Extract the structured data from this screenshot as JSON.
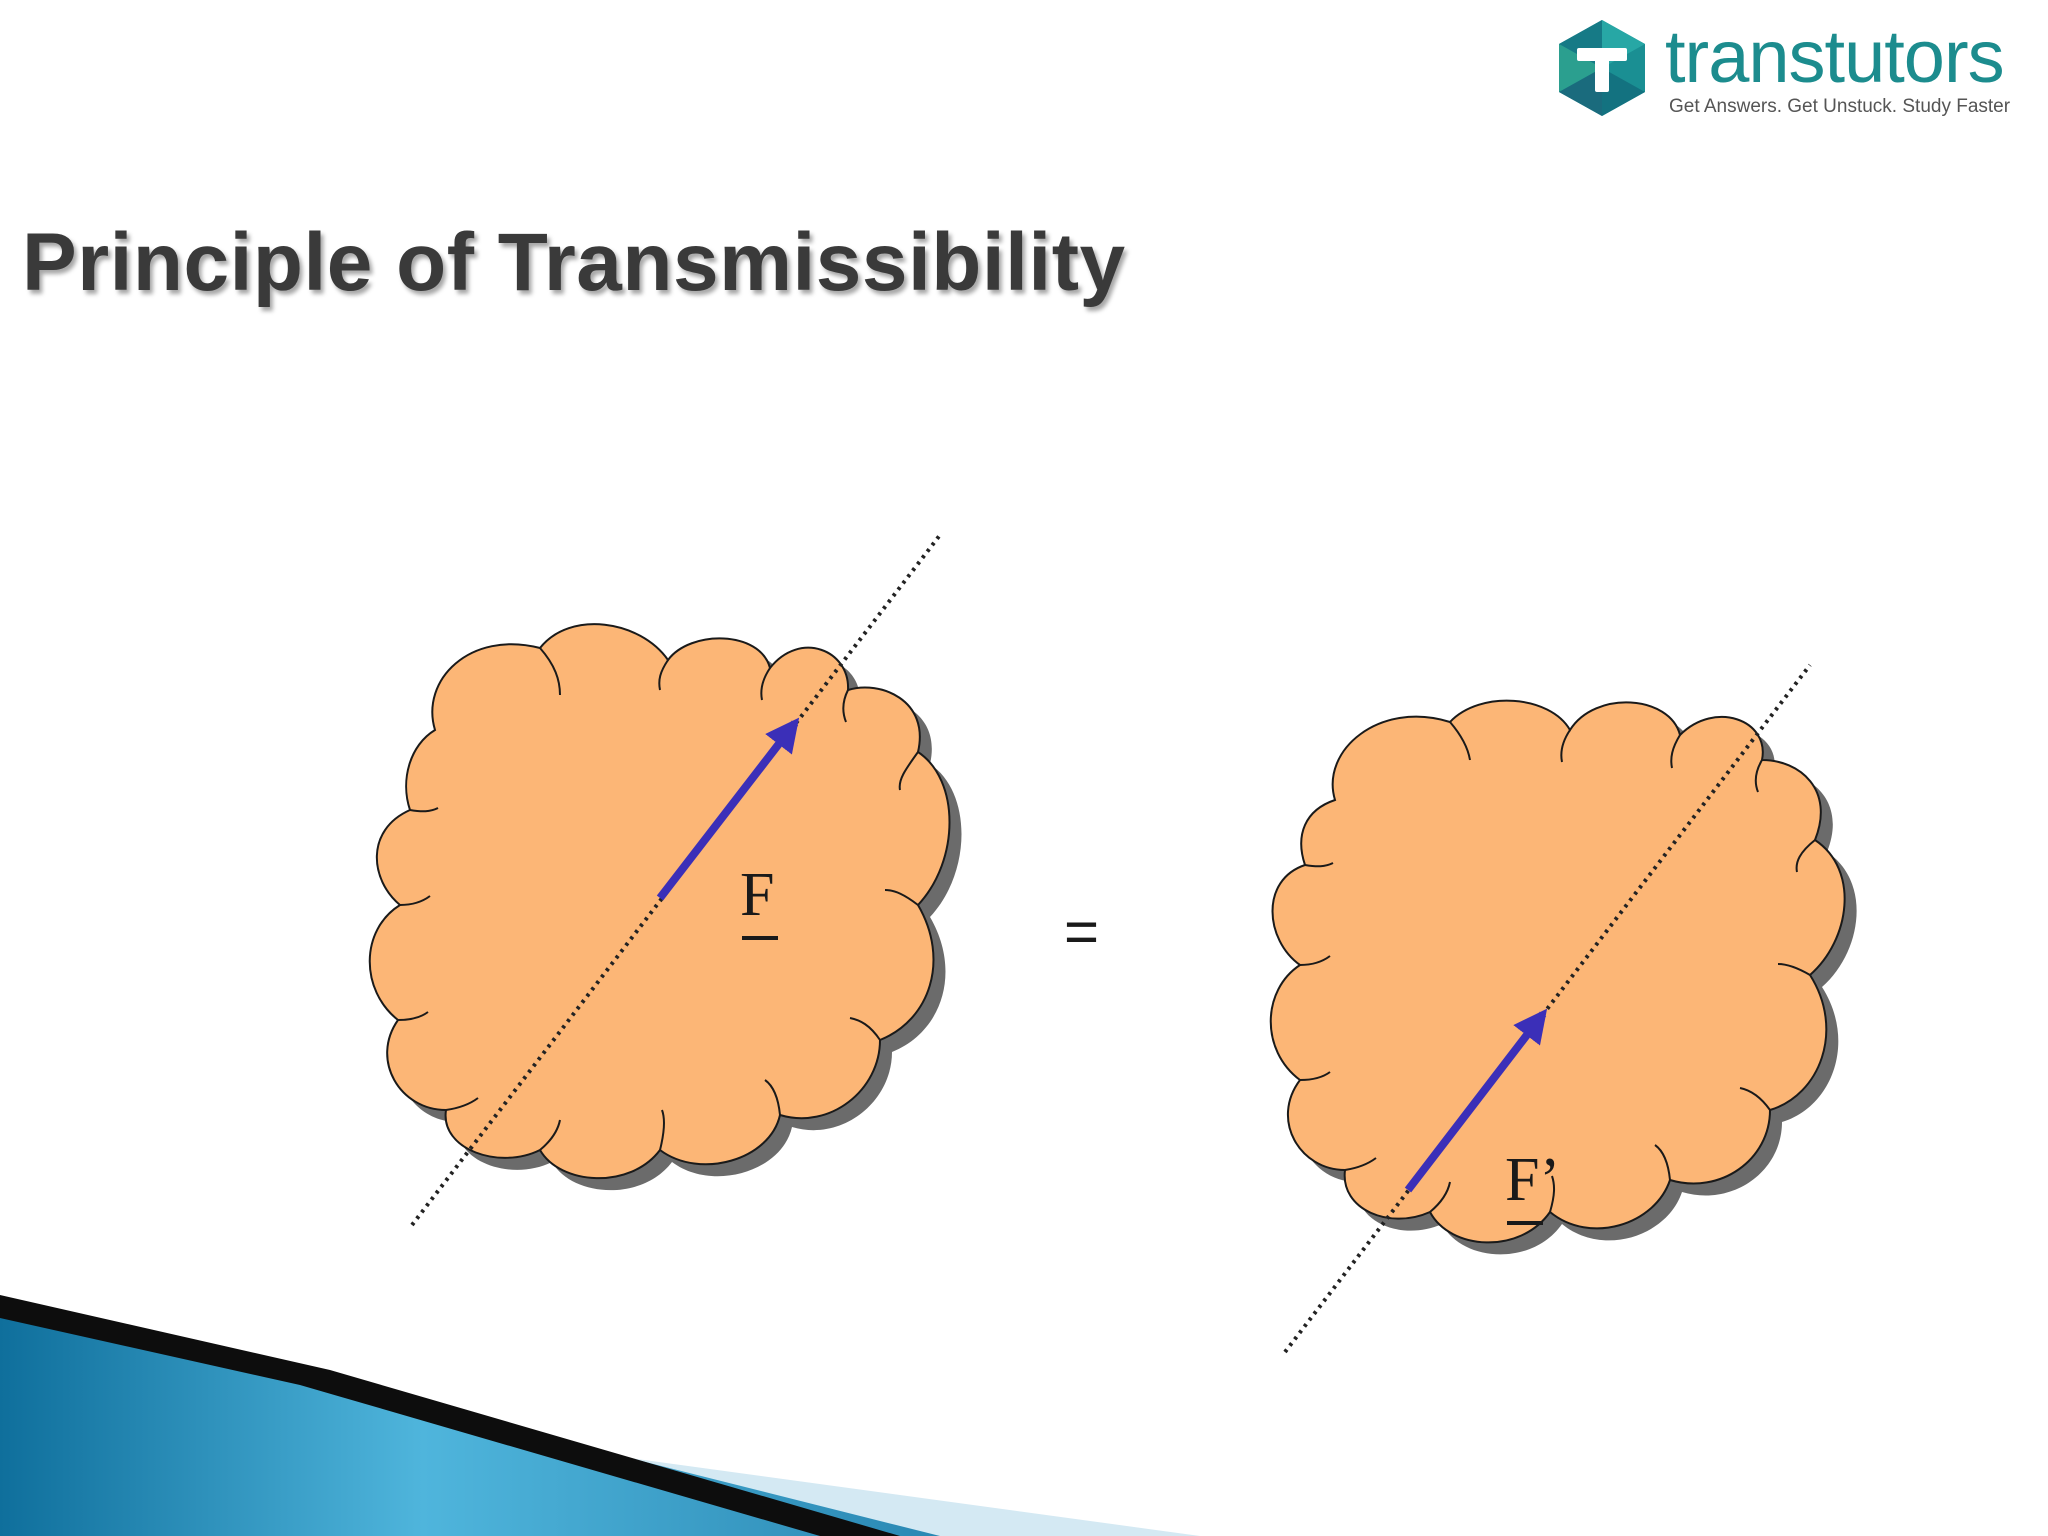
{
  "slide": {
    "title": "Principle of Transmissibility"
  },
  "logo": {
    "brand": "transtutors",
    "tagline": "Get Answers. Get Unstuck. Study Faster"
  },
  "diagram": {
    "left_force_label": "F",
    "right_force_label": "F’",
    "equals_sign": "=",
    "colors": {
      "body_fill": "#fcb676",
      "arrow": "#3b2fb8",
      "line_of_action": "#222222",
      "shadow": "#6b6b6b"
    }
  },
  "decor": {
    "colors": {
      "corner_dark": "#0d0d0d",
      "corner_blue": "#1d7fae",
      "corner_light": "#5fc1e4",
      "corner_pale": "#cfe6f1"
    }
  }
}
